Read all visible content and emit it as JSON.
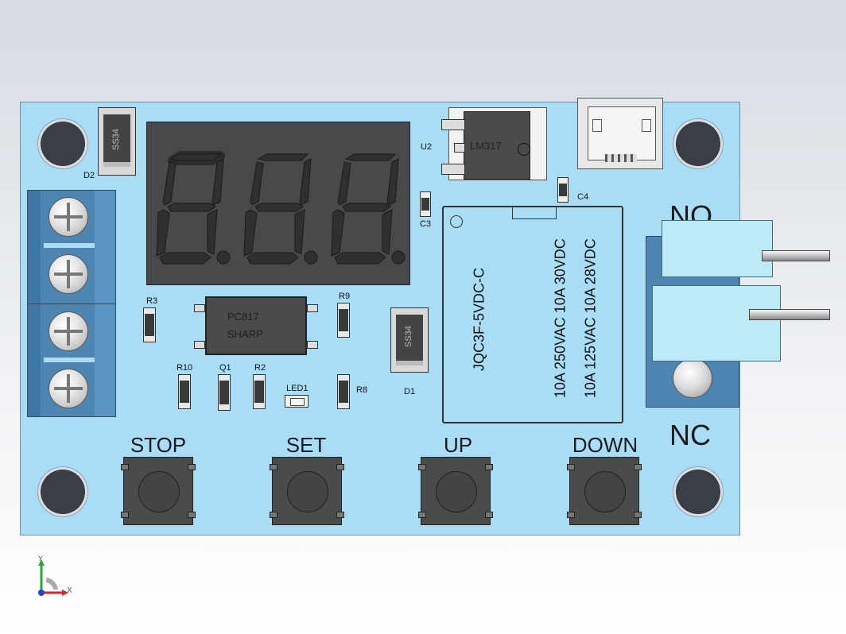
{
  "display": {
    "digits": "8.8.8."
  },
  "components": {
    "d2": {
      "ref": "D2",
      "part": "SS34"
    },
    "d1": {
      "ref": "D1",
      "part": "SS34"
    },
    "u2": {
      "ref": "U2",
      "part": "LM317"
    },
    "c3": {
      "ref": "C3"
    },
    "c4": {
      "ref": "C4"
    },
    "optocoupler": {
      "line1": "PC817",
      "line2": "SHARP"
    },
    "r3": {
      "ref": "R3"
    },
    "r9": {
      "ref": "R9"
    },
    "r10": {
      "ref": "R10"
    },
    "q1": {
      "ref": "Q1"
    },
    "r2": {
      "ref": "R2"
    },
    "led1": {
      "ref": "LED1"
    },
    "r8": {
      "ref": "R8"
    },
    "relay": {
      "model": "JQC3F-5VDC-C",
      "rating1": "10A 250VAC 10A 30VDC",
      "rating2": "10A 125VAC 10A 28VDC"
    }
  },
  "switch_labels": {
    "no": "NO",
    "nc": "NC"
  },
  "buttons": {
    "stop": "STOP",
    "set": "SET",
    "up": "UP",
    "down": "DOWN"
  },
  "axes": {
    "x": "X",
    "y": "Y"
  }
}
